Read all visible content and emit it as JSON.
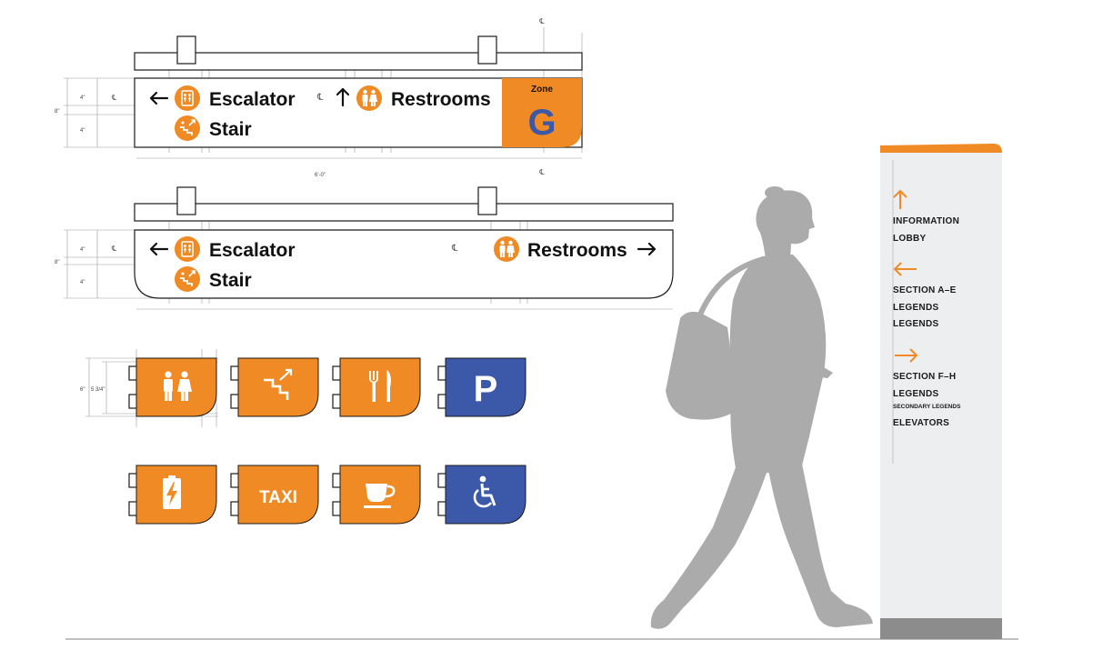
{
  "colors": {
    "orange": "#F08A24",
    "blue": "#3C58A9",
    "panel_grey": "#EDEEEF",
    "base_grey": "#8C8C8C",
    "silhouette": "#ABABAB",
    "ink": "#111111"
  },
  "sign1": {
    "escalator": "Escalator",
    "stair": "Stair",
    "restrooms": "Restrooms",
    "zone_label": "Zone",
    "zone_letter": "G",
    "dim_height": "8\"",
    "dim_row1": "4\"",
    "dim_row2": "4\"",
    "dim_width": "6'-0\"",
    "centerline": "℄"
  },
  "sign2": {
    "escalator": "Escalator",
    "stair": "Stair",
    "restrooms": "Restrooms",
    "dim_height": "8\"",
    "dim_row1": "4\"",
    "dim_row2": "4\"",
    "centerline": "℄"
  },
  "blades": {
    "dim_outer": "6\"",
    "dim_inner": "5 3/4\"",
    "items": [
      {
        "icon": "restroom-icon",
        "bg": "orange"
      },
      {
        "icon": "stair-icon",
        "bg": "orange"
      },
      {
        "icon": "dining-icon",
        "bg": "orange"
      },
      {
        "icon": "parking-icon",
        "bg": "blue",
        "text": "P"
      },
      {
        "icon": "charging-icon",
        "bg": "orange"
      },
      {
        "icon": "taxi-icon",
        "bg": "orange",
        "text": "TAXI"
      },
      {
        "icon": "cafe-icon",
        "bg": "orange"
      },
      {
        "icon": "accessible-icon",
        "bg": "blue"
      }
    ]
  },
  "totem": {
    "group1": [
      "INFORMATION",
      "LOBBY"
    ],
    "group2": [
      "SECTION A–E",
      "LEGENDS",
      "LEGENDS"
    ],
    "group3_title": "SECTION F–H",
    "group3_line2": "LEGENDS",
    "group3_small": "SECONDARY LEGENDS",
    "group3_line4": "ELEVATORS"
  }
}
